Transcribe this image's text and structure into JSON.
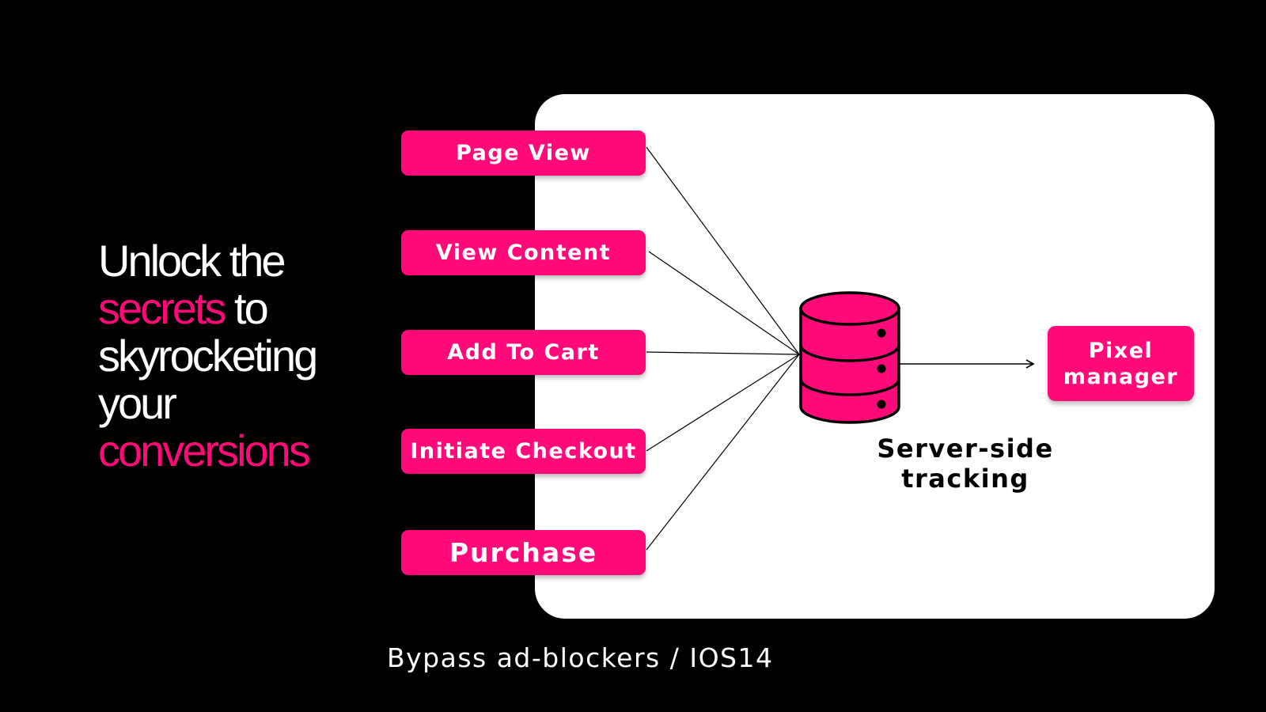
{
  "headline": {
    "line1": "Unlock the",
    "line2_accent": "secrets",
    "line2_rest": " to",
    "line3": "skyrocketing",
    "line4": "your",
    "line5_accent": "conversions"
  },
  "events": [
    {
      "label": "Page View"
    },
    {
      "label": "View Content"
    },
    {
      "label": "Add To Cart"
    },
    {
      "label": "Initiate Checkout"
    },
    {
      "label": "Purchase"
    }
  ],
  "server": {
    "label_line1": "Server-side",
    "label_line2": "tracking",
    "icon": "database-icon"
  },
  "pixel_manager": {
    "line1": "Pixel",
    "line2": "manager"
  },
  "footer": {
    "caption": "Bypass ad-blockers / IOS14"
  },
  "colors": {
    "background": "#000000",
    "panel": "#ffffff",
    "accent": "#ff0a78",
    "text_light": "#ffffff",
    "text_dark": "#000000"
  }
}
